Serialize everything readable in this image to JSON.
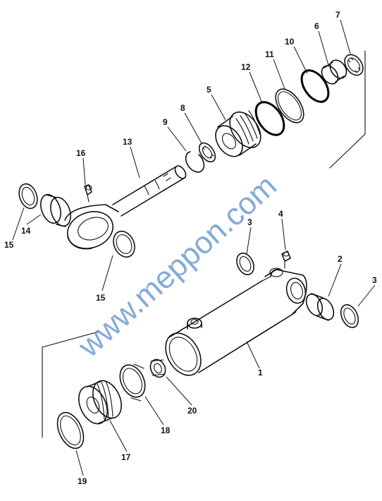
{
  "callouts": {
    "c1": "1",
    "c2": "2",
    "c3a": "3",
    "c3b": "3",
    "c4": "4",
    "c5": "5",
    "c6": "6",
    "c7": "7",
    "c8": "8",
    "c9": "9",
    "c10": "10",
    "c11": "11",
    "c12": "12",
    "c13": "13",
    "c14": "14",
    "c15a": "15",
    "c15b": "15",
    "c16": "16",
    "c17": "17",
    "c18": "18",
    "c19": "19",
    "c20": "20"
  },
  "watermark": {
    "text": "www.meppon.com",
    "color": "#5b8ec9"
  }
}
